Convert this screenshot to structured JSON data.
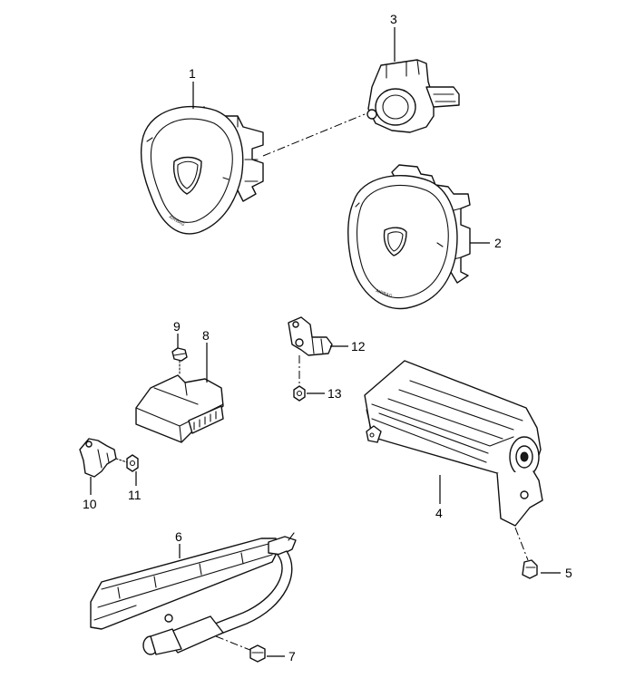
{
  "callouts": {
    "c1": "1",
    "c2": "2",
    "c3": "3",
    "c4": "4",
    "c5": "5",
    "c6": "6",
    "c7": "7",
    "c8": "8",
    "c9": "9",
    "c10": "10",
    "c11": "11",
    "c12": "12",
    "c13": "13"
  },
  "part_labels": {
    "driver_airbag_text": "AIRBAG",
    "passenger_airbag_text": "AIRBAG"
  }
}
